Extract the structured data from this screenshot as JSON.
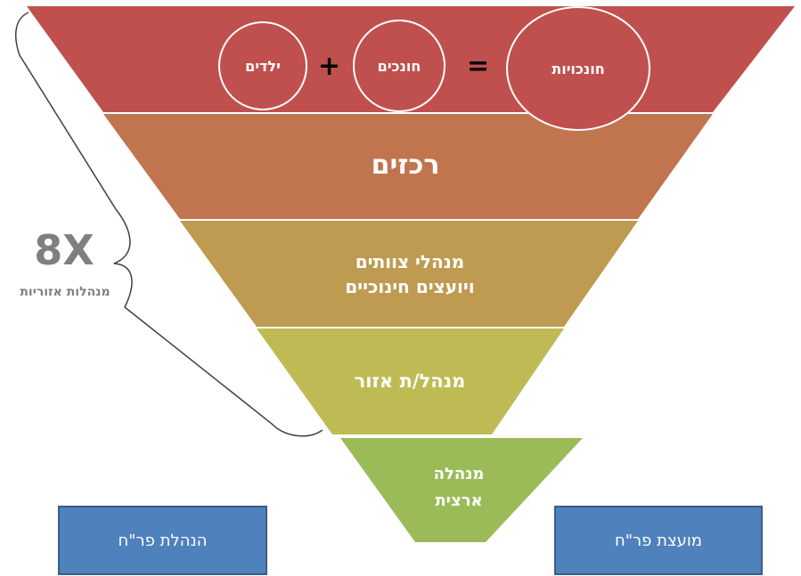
{
  "funnel": {
    "tiers": [
      {
        "labels": [],
        "color": "#c0504d"
      },
      {
        "labels": [
          "רכזים"
        ],
        "color": "#c0754f"
      },
      {
        "labels": [
          "מנהלי צוותים",
          "ויועצים חינוכיים"
        ],
        "color": "#bf9a51"
      },
      {
        "labels": [
          "מנהל/ת אזור"
        ],
        "color": "#bebb55"
      },
      {
        "labels": [
          "מנהלה",
          "ארצית"
        ],
        "color": "#9bbb59"
      }
    ]
  },
  "equation": {
    "result": "חונכויות",
    "equals": "=",
    "first": "חונכים",
    "plus": "+",
    "second": "ילדים"
  },
  "bracket": {
    "multiplier": "8X",
    "caption": "מנהלות אזוריות"
  },
  "boxes": {
    "left": "הנהלת פר\"ח",
    "right": "מועצת פר\"ח"
  }
}
